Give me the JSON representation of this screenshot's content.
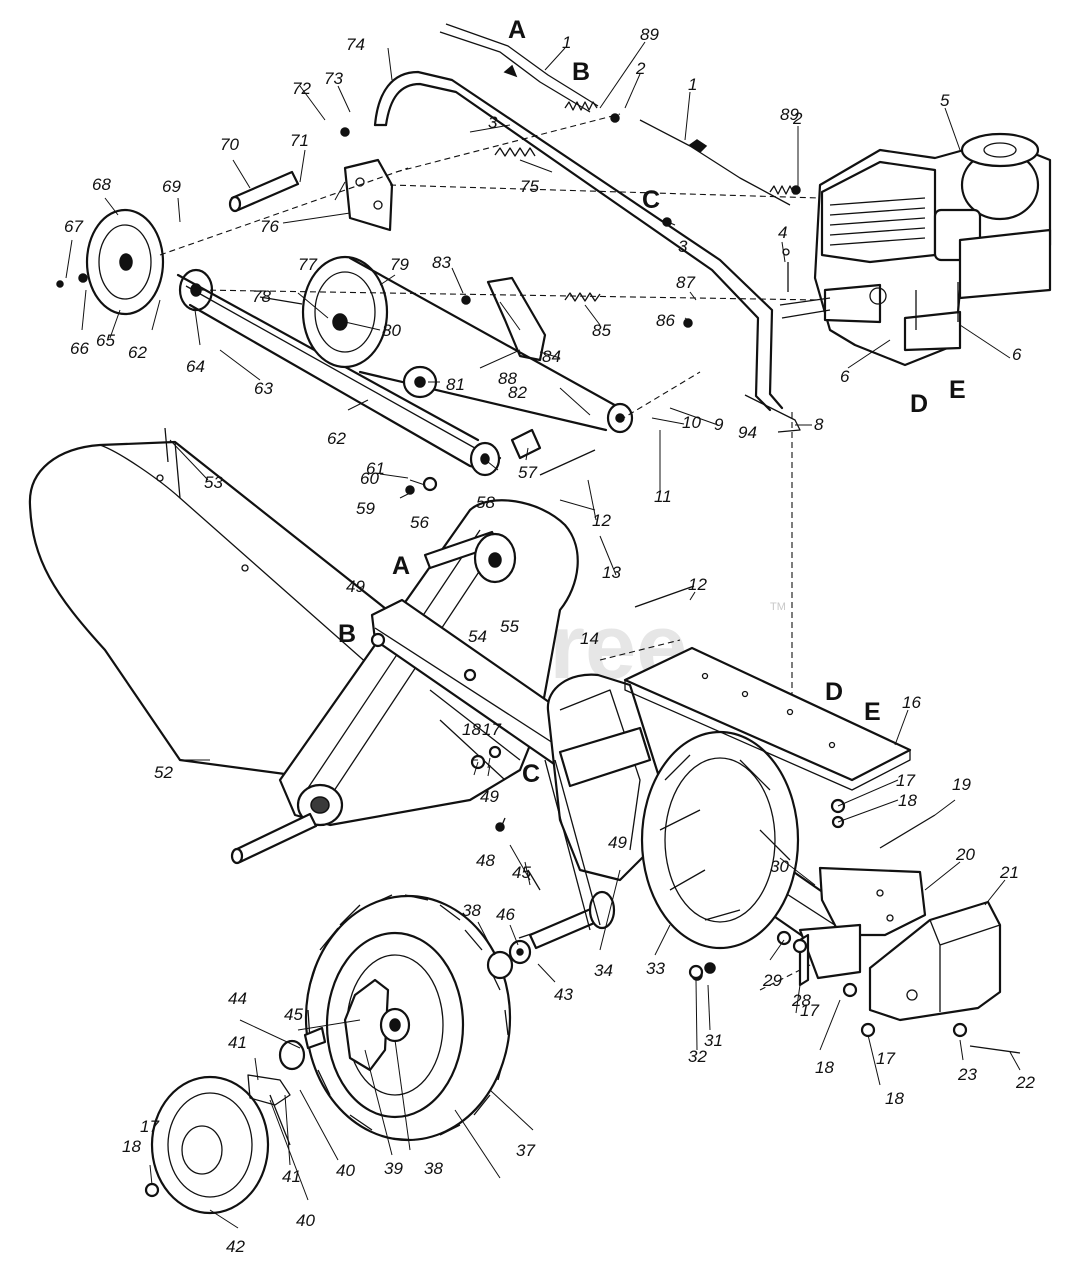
{
  "watermark": {
    "text": "PartsTree",
    "trademark": "TM"
  },
  "reference_letters": [
    {
      "id": "A",
      "label": "A"
    },
    {
      "id": "B",
      "label": "B"
    },
    {
      "id": "C",
      "label": "C"
    },
    {
      "id": "D",
      "label": "D"
    },
    {
      "id": "E",
      "label": "E"
    },
    {
      "id": "A2",
      "label": "A"
    },
    {
      "id": "B2",
      "label": "B"
    },
    {
      "id": "C2",
      "label": "C"
    },
    {
      "id": "D2",
      "label": "D"
    },
    {
      "id": "E2",
      "label": "E"
    }
  ],
  "part_callouts": [
    "1",
    "1",
    "2",
    "2",
    "3",
    "3",
    "4",
    "5",
    "6",
    "6",
    "8",
    "9",
    "10",
    "11",
    "12",
    "12",
    "13",
    "14",
    "16",
    "17",
    "17",
    "17",
    "17",
    "17",
    "18",
    "18",
    "18",
    "18",
    "18",
    "19",
    "20",
    "21",
    "22",
    "23",
    "28",
    "29",
    "30",
    "31",
    "32",
    "33",
    "34",
    "37",
    "38",
    "38",
    "39",
    "40",
    "40",
    "41",
    "41",
    "42",
    "43",
    "44",
    "45",
    "45",
    "46",
    "48",
    "49",
    "49",
    "49",
    "52",
    "53",
    "54",
    "55",
    "56",
    "57",
    "58",
    "59",
    "60",
    "61",
    "62",
    "62",
    "63",
    "64",
    "65",
    "66",
    "67",
    "68",
    "69",
    "70",
    "71",
    "72",
    "73",
    "74",
    "75",
    "76",
    "77",
    "78",
    "79",
    "80",
    "81",
    "82",
    "83",
    "84",
    "85",
    "86",
    "87",
    "88",
    "89",
    "89",
    "94"
  ]
}
